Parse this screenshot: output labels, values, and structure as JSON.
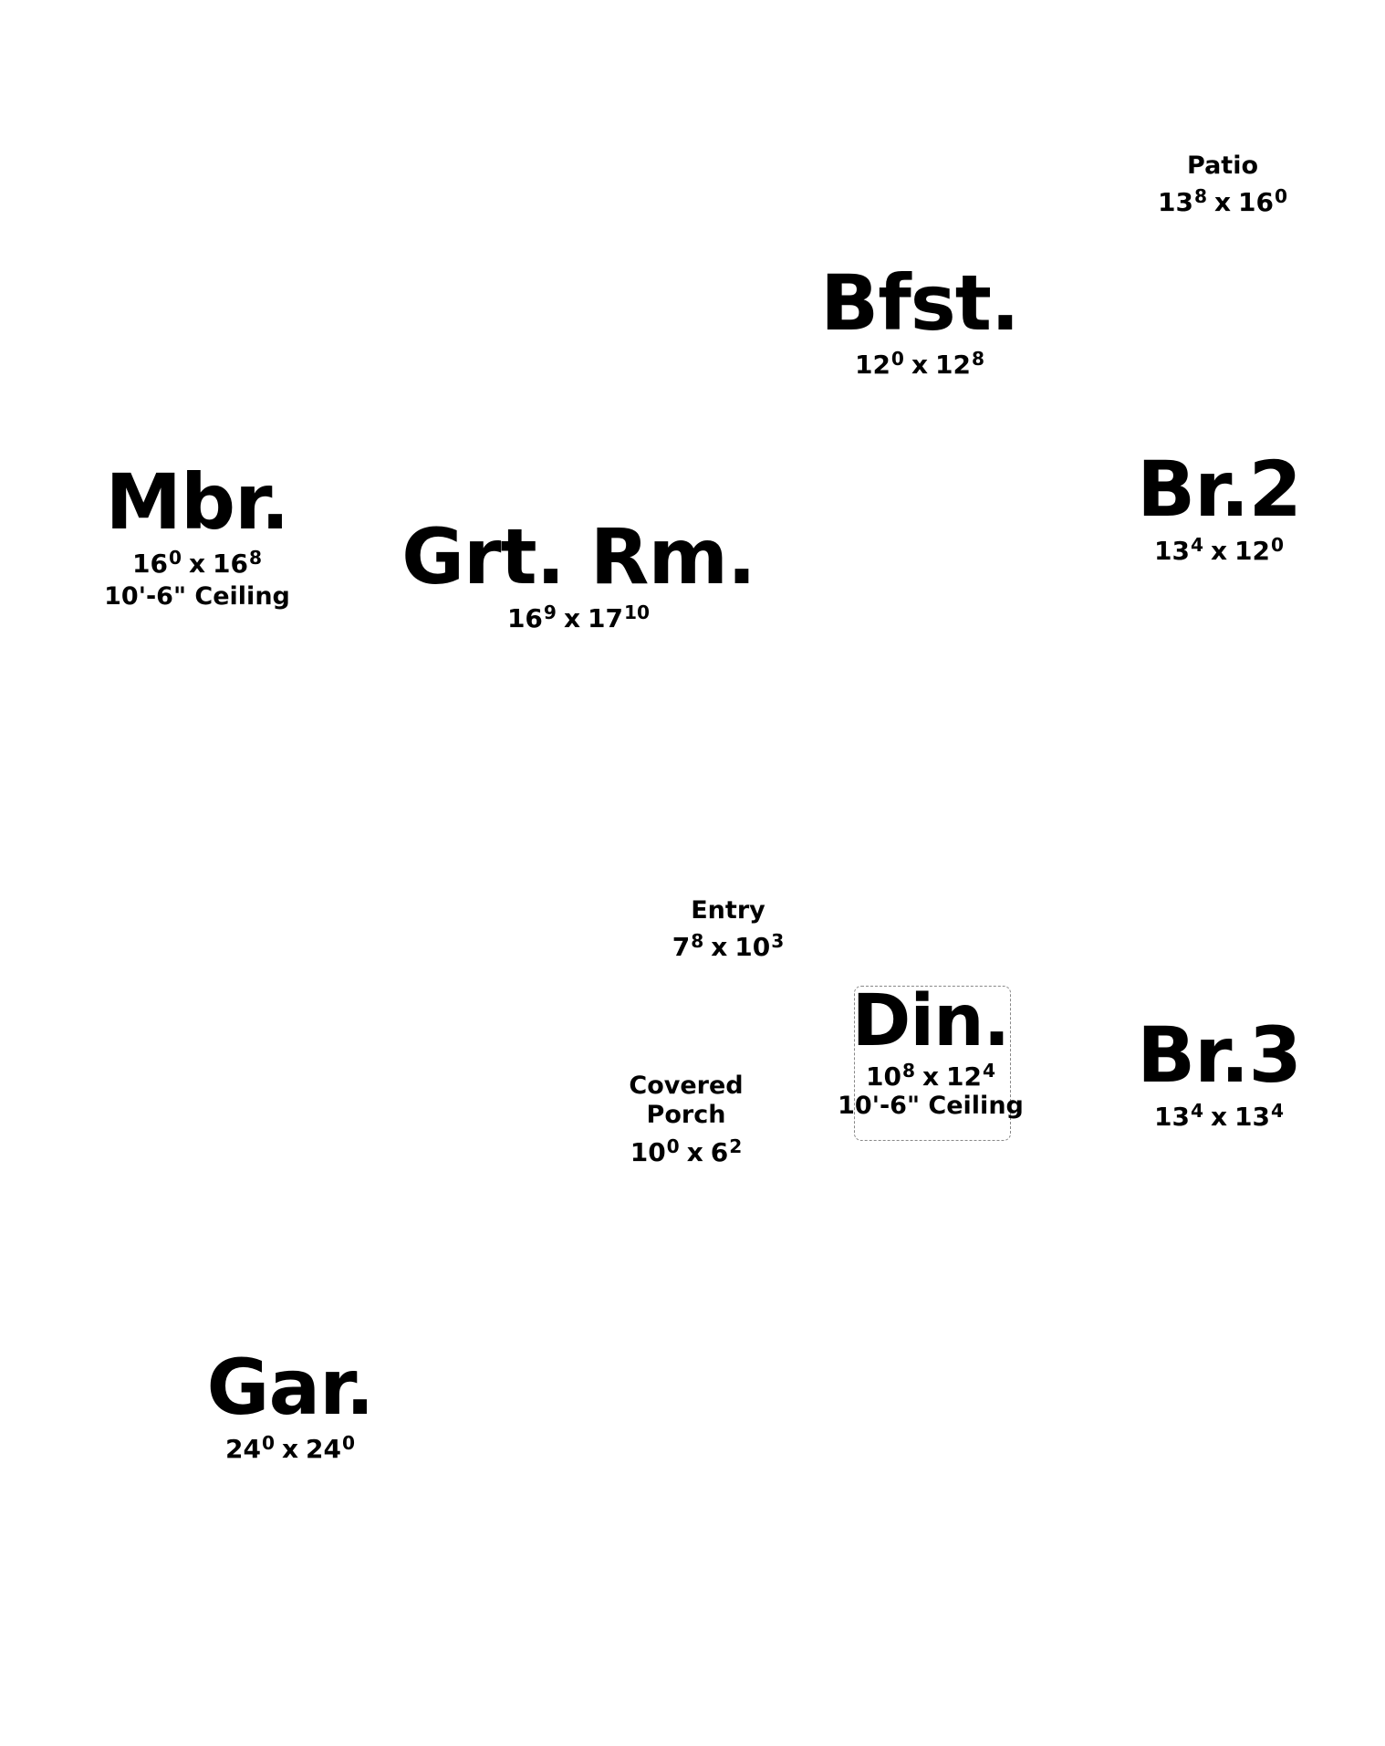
{
  "rooms": {
    "patio": {
      "name": "Patio",
      "w": "13",
      "w_in": "8",
      "l": "16",
      "l_in": "0"
    },
    "bfst": {
      "name": "Bfst.",
      "w": "12",
      "w_in": "0",
      "l": "12",
      "l_in": "8"
    },
    "br2": {
      "name": "Br.2",
      "w": "13",
      "w_in": "4",
      "l": "12",
      "l_in": "0"
    },
    "mbr": {
      "name": "Mbr.",
      "w": "16",
      "w_in": "0",
      "l": "16",
      "l_in": "8",
      "ceiling": "10'-6\" Ceiling"
    },
    "grtrm": {
      "name": "Grt. Rm.",
      "w": "16",
      "w_in": "9",
      "l": "17",
      "l_in": "10"
    },
    "entry": {
      "name": "Entry",
      "w": "7",
      "w_in": "8",
      "l": "10",
      "l_in": "3"
    },
    "din": {
      "name": "Din.",
      "w": "10",
      "w_in": "8",
      "l": "12",
      "l_in": "4",
      "ceiling": "10'-6\" Ceiling"
    },
    "br3": {
      "name": "Br.3",
      "w": "13",
      "w_in": "4",
      "l": "13",
      "l_in": "4"
    },
    "porch": {
      "name_line1": "Covered",
      "name_line2": "Porch",
      "w": "10",
      "w_in": "0",
      "l": "6",
      "l_in": "2"
    },
    "gar": {
      "name": "Gar.",
      "w": "24",
      "w_in": "0",
      "l": "24",
      "l_in": "0"
    }
  },
  "separator": "x"
}
